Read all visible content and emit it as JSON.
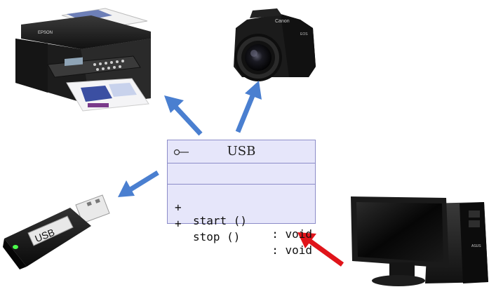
{
  "uml_class": {
    "name": "USB",
    "operations": [
      {
        "visibility": "+",
        "signature": "start ()",
        "return": ": void"
      },
      {
        "visibility": "+",
        "signature": "stop ()",
        "return": ": void"
      }
    ]
  },
  "devices": {
    "printer": {
      "brand": "EPSON"
    },
    "camera": {
      "brand": "Canon",
      "model": "EOS"
    },
    "usb_stick": {
      "label": "USB"
    },
    "computer": {
      "brand": "ASUS"
    }
  },
  "colors": {
    "class_fill": "#e6e6fa",
    "class_border": "#8c8cc8",
    "arrow_usage": "#4a7fd0",
    "arrow_implement": "#e0141a"
  }
}
